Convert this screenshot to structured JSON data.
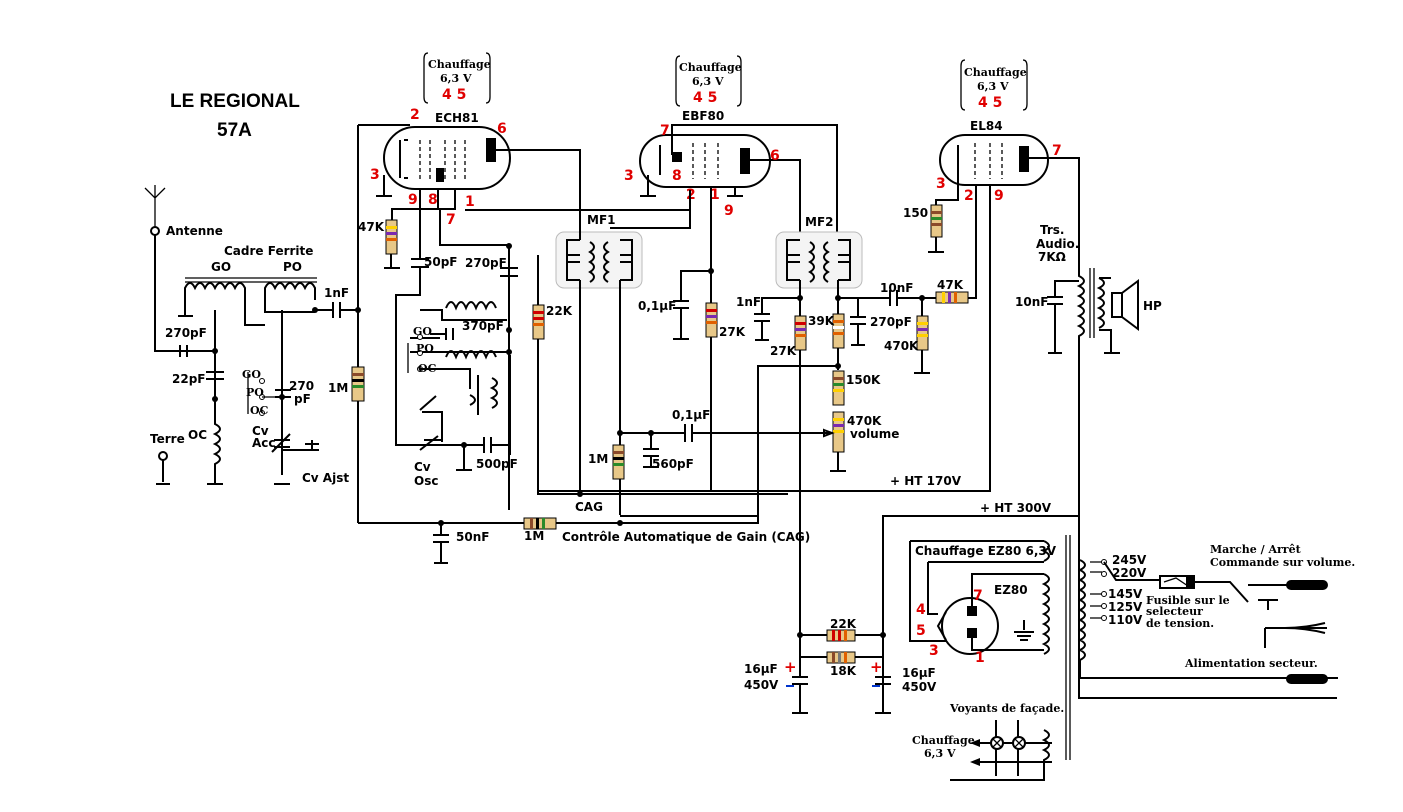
{
  "title": {
    "line1": "LE REGIONAL",
    "line2": "57A"
  },
  "tubes": {
    "ech81": {
      "name": "ECH81",
      "pins": [
        "2",
        "6",
        "3",
        "9",
        "8",
        "1",
        "7"
      ]
    },
    "ebf80": {
      "name": "EBF80",
      "pins": [
        "7",
        "6",
        "3",
        "8",
        "2",
        "1",
        "9"
      ]
    },
    "el84": {
      "name": "EL84",
      "pins": [
        "7",
        "3",
        "2",
        "9"
      ]
    },
    "ez80": {
      "name": "EZ80",
      "pins": [
        "7",
        "4",
        "5",
        "3",
        "1"
      ]
    }
  },
  "heater": {
    "label": "Chauffage",
    "volt": "6,3 V",
    "pins": "4 5"
  },
  "labels": {
    "antenne": "Antenne",
    "terre": "Terre",
    "cadre": "Cadre Ferrite",
    "go": "GO",
    "po": "PO",
    "oc": "OC",
    "c270pf": "270pF",
    "c22pf": "22pF",
    "c270": "270",
    "pf": "pF",
    "cvacc1": "Cv",
    "cvacc2": "Acc",
    "cvajst": "Cv Ajst",
    "c1nf": "1nF",
    "r1m": "1M",
    "r47k": "47K",
    "c50pf": "50pF",
    "c270pf2": "270pF",
    "c370pf": "370pF",
    "cvosc1": "Cv",
    "cvosc2": "Osc",
    "c500pf": "500pF",
    "r22k": "22K",
    "mf1": "MF1",
    "mf2": "MF2",
    "c01uf": "0,1µF",
    "r27k": "27K",
    "r1m2": "1M",
    "c560pf": "560pF",
    "cag": "CAG",
    "c01uf2": "0,1µF",
    "c1nf2": "1nF",
    "r27k2": "27K",
    "r39k": "39K",
    "c270pf3": "270pF",
    "r150k": "150K",
    "r470k": "470K",
    "volume": "volume",
    "c10nf": "10nF",
    "r47k2": "47K",
    "r470k2": "470K",
    "r150": "150",
    "trs1": "Trs.",
    "trs2": "Audio.",
    "trs3": "7KΩ",
    "c10nf2": "10nF",
    "hp": "HP",
    "ht170": "+ HT 170V",
    "ht300": "+ HT 300V",
    "c50nf": "50nF",
    "r1m3": "1M",
    "cag_full": "Contrôle Automatique de Gain (CAG)",
    "chauffage_ez80": "Chauffage EZ80 6,3V",
    "r22k2": "22K",
    "r18k": "18K",
    "cap16a1": "16µF",
    "cap16a2": "450V",
    "cap16b1": "16µF",
    "cap16b2": "450V",
    "voyants": "Voyants de façade.",
    "chauffage_b": "Chauffage",
    "chauffage_b2": "6,3 V",
    "v245": "245V",
    "v220": "220V",
    "v145": "145V",
    "v125": "125V",
    "v110": "110V",
    "fusible1": "Fusible sur le",
    "fusible2": "selecteur",
    "fusible3": "de tension.",
    "marche1": "Marche / Arrêt",
    "marche2": "Commande sur volume.",
    "secteur": "Alimentation secteur.",
    "plus": "+"
  }
}
